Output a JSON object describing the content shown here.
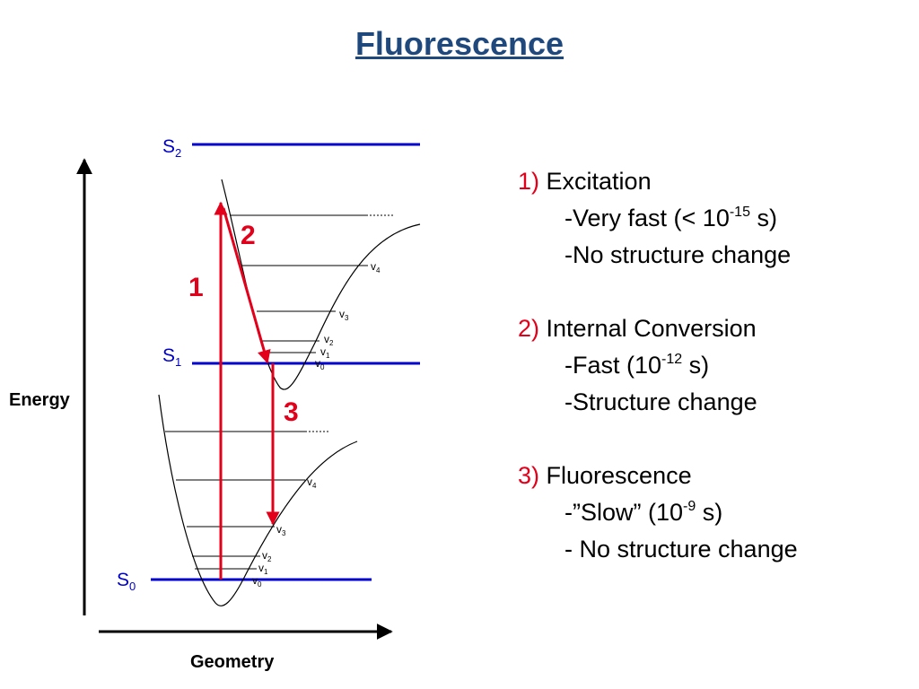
{
  "title": "Fluorescence",
  "axes": {
    "y_label": "Energy",
    "x_label": "Geometry"
  },
  "states": {
    "s2": {
      "letter": "S",
      "sub": "2"
    },
    "s1": {
      "letter": "S",
      "sub": "1"
    },
    "s0": {
      "letter": "S",
      "sub": "0"
    }
  },
  "vib_levels": {
    "upper": [
      {
        "letter": "v",
        "sub": "4"
      },
      {
        "letter": "v",
        "sub": "3"
      },
      {
        "letter": "v",
        "sub": "2"
      },
      {
        "letter": "v",
        "sub": "1"
      },
      {
        "letter": "v",
        "sub": "0"
      }
    ],
    "lower": [
      {
        "letter": "v",
        "sub": "4"
      },
      {
        "letter": "v",
        "sub": "3"
      },
      {
        "letter": "v",
        "sub": "2"
      },
      {
        "letter": "v",
        "sub": "1"
      },
      {
        "letter": "v",
        "sub": "0"
      }
    ]
  },
  "arrows": {
    "excitation": "1",
    "internal_conversion": "2",
    "fluorescence": "3"
  },
  "steps": [
    {
      "num": "1)",
      "name": "Excitation",
      "details": [
        {
          "pre": "-Very fast (< 10",
          "sup": "-15",
          "post": " s)"
        },
        {
          "pre": "-No structure change",
          "sup": "",
          "post": ""
        }
      ]
    },
    {
      "num": "2)",
      "name": "Internal Conversion",
      "details": [
        {
          "pre": "-Fast (10",
          "sup": "-12",
          "post": " s)"
        },
        {
          "pre": "-Structure change",
          "sup": "",
          "post": ""
        }
      ]
    },
    {
      "num": "3)",
      "name": "Fluorescence",
      "details": [
        {
          "pre": "-”Slow” (10",
          "sup": "-9",
          "post": " s)"
        },
        {
          "pre": "- No structure change",
          "sup": "",
          "post": ""
        }
      ]
    }
  ],
  "colors": {
    "state_line": "#0000cc",
    "arrow": "#e3001b",
    "title": "#1f497d",
    "ink": "#000000"
  }
}
